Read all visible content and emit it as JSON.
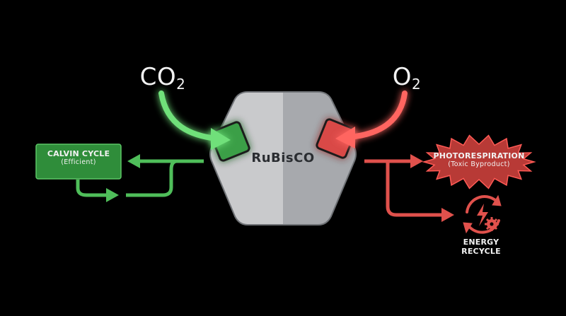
{
  "inputs": {
    "co2": {
      "base": "CO",
      "sub": "2"
    },
    "o2": {
      "base": "O",
      "sub": "2"
    }
  },
  "enzyme": {
    "name": "RuBisCO"
  },
  "calvin_cycle": {
    "title": "CALVIN CYCLE",
    "subtitle": "(Efficient)"
  },
  "photorespiration": {
    "title": "PHOTORESPIRATION",
    "subtitle": "(Toxic Byproduct)"
  },
  "energy_recycle": {
    "line1": "ENERGY",
    "line2": "RECYCLE"
  },
  "colors": {
    "green": "#4fbe5a",
    "green_dark": "#2f8d3a",
    "red": "#e0514c",
    "red_dark": "#b83a36",
    "enzyme_light": "#c9cacc",
    "enzyme_dark": "#a7a9ad"
  }
}
